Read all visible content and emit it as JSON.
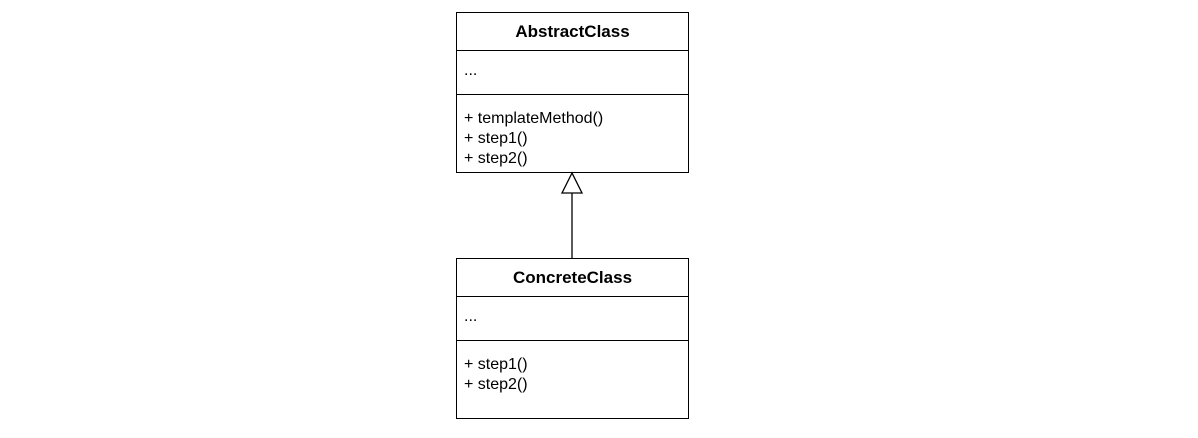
{
  "diagram": {
    "abstract_class": {
      "name": "AbstractClass",
      "attributes": "...",
      "methods": [
        "+ templateMethod()",
        "+ step1()",
        "+ step2()"
      ]
    },
    "concrete_class": {
      "name": "ConcreteClass",
      "attributes": "...",
      "methods": [
        "+ step1()",
        "+ step2()"
      ]
    },
    "relationship": {
      "type": "generalization",
      "from": "ConcreteClass",
      "to": "AbstractClass"
    }
  }
}
